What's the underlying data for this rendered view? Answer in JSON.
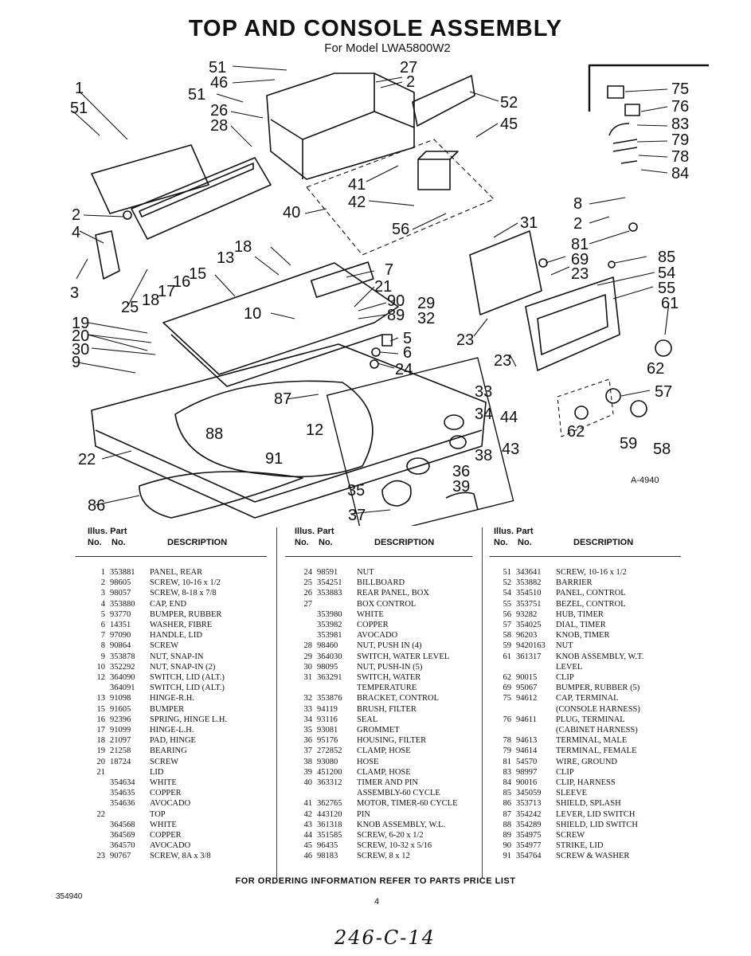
{
  "header": {
    "title": "TOP AND CONSOLE ASSEMBLY",
    "subtitle": "For Model LWA5800W2"
  },
  "diagram": {
    "figure_code": "A-4940",
    "callouts": [
      "51",
      "27",
      "46",
      "2",
      "51",
      "26",
      "28",
      "52",
      "45",
      "1",
      "51",
      "75",
      "76",
      "83",
      "79",
      "78",
      "84",
      "41",
      "42",
      "40",
      "56",
      "8",
      "2",
      "2",
      "4",
      "31",
      "81",
      "18",
      "13",
      "85",
      "7",
      "69",
      "54",
      "3",
      "15",
      "16",
      "17",
      "18",
      "25",
      "21",
      "90",
      "23",
      "55",
      "61",
      "10",
      "29",
      "89",
      "32",
      "19",
      "5",
      "20",
      "30",
      "6",
      "23",
      "24",
      "9",
      "23",
      "62",
      "57",
      "87",
      "33",
      "34",
      "44",
      "88",
      "12",
      "43",
      "62",
      "59",
      "58",
      "91",
      "36",
      "38",
      "22",
      "35",
      "39",
      "86",
      "37"
    ]
  },
  "table": {
    "header_illus": "Illus. Part",
    "header_no1": "No.",
    "header_no2": "No.",
    "header_desc": "DESCRIPTION",
    "columns": [
      [
        [
          "1",
          "353881",
          "PANEL, REAR"
        ],
        [
          "2",
          "98605",
          "SCREW, 10-16 x 1/2"
        ],
        [
          "3",
          "98057",
          "SCREW, 8-18 x 7/8"
        ],
        [
          "4",
          "353880",
          "CAP, END"
        ],
        [
          "5",
          "93770",
          "BUMPER, RUBBER"
        ],
        [
          "6",
          "14351",
          "WASHER, FIBRE"
        ],
        [
          "7",
          "97090",
          "HANDLE, LID"
        ],
        [
          "8",
          "90864",
          "SCREW"
        ],
        [
          "9",
          "353878",
          "NUT, SNAP-IN"
        ],
        [
          "10",
          "352292",
          "NUT, SNAP-IN (2)"
        ],
        [
          "12",
          "364090",
          "SWITCH, LID (ALT.)"
        ],
        [
          "",
          "364091",
          "SWITCH, LID (ALT.)"
        ],
        [
          "13",
          "91098",
          "HINGE-R.H."
        ],
        [
          "15",
          "91605",
          "BUMPER"
        ],
        [
          "16",
          "92396",
          "SPRING, HINGE L.H."
        ],
        [
          "17",
          "91099",
          "HINGE-L.H."
        ],
        [
          "18",
          "21097",
          "PAD, HINGE"
        ],
        [
          "19",
          "21258",
          "BEARING"
        ],
        [
          "20",
          "18724",
          "SCREW"
        ],
        [
          "21",
          "",
          "LID"
        ],
        [
          "",
          "354634",
          "WHITE"
        ],
        [
          "",
          "354635",
          "COPPER"
        ],
        [
          "",
          "354636",
          "AVOCADO"
        ],
        [
          "22",
          "",
          "TOP"
        ],
        [
          "",
          "364568",
          "WHITE"
        ],
        [
          "",
          "364569",
          "COPPER"
        ],
        [
          "",
          "364570",
          "AVOCADO"
        ],
        [
          "23",
          "90767",
          "SCREW, 8A x 3/8"
        ]
      ],
      [
        [
          "24",
          "98591",
          "NUT"
        ],
        [
          "25",
          "354251",
          "BILLBOARD"
        ],
        [
          "26",
          "353883",
          "REAR PANEL, BOX"
        ],
        [
          "27",
          "",
          "BOX CONTROL"
        ],
        [
          "",
          "353980",
          "WHITE"
        ],
        [
          "",
          "353982",
          "COPPER"
        ],
        [
          "",
          "353981",
          "AVOCADO"
        ],
        [
          "28",
          "98460",
          "NUT, PUSH IN (4)"
        ],
        [
          "29",
          "364030",
          "SWITCH, WATER LEVEL"
        ],
        [
          "30",
          "98095",
          "NUT, PUSH-IN (5)"
        ],
        [
          "31",
          "363291",
          "SWITCH, WATER"
        ],
        [
          "",
          "",
          "TEMPERATURE"
        ],
        [
          "32",
          "353876",
          "BRACKET, CONTROL"
        ],
        [
          "33",
          "94119",
          "BRUSH, FILTER"
        ],
        [
          "34",
          "93116",
          "SEAL"
        ],
        [
          "35",
          "93081",
          "GROMMET"
        ],
        [
          "36",
          "95176",
          "HOUSING, FILTER"
        ],
        [
          "37",
          "272852",
          "CLAMP, HOSE"
        ],
        [
          "38",
          "93080",
          "HOSE"
        ],
        [
          "39",
          "451200",
          "CLAMP, HOSE"
        ],
        [
          "40",
          "363312",
          "TIMER AND PIN"
        ],
        [
          "",
          "",
          "ASSEMBLY-60 CYCLE"
        ],
        [
          "41",
          "362765",
          "MOTOR, TIMER-60 CYCLE"
        ],
        [
          "42",
          "443120",
          "PIN"
        ],
        [
          "43",
          "361318",
          "KNOB ASSEMBLY, W.L."
        ],
        [
          "44",
          "351585",
          "SCREW, 6-20 x 1/2"
        ],
        [
          "45",
          "96435",
          "SCREW, 10-32 x 5/16"
        ],
        [
          "46",
          "98183",
          "SCREW, 8 x 12"
        ]
      ],
      [
        [
          "51",
          "343641",
          "SCREW, 10-16 x 1/2"
        ],
        [
          "52",
          "353882",
          "BARRIER"
        ],
        [
          "54",
          "354510",
          "PANEL, CONTROL"
        ],
        [
          "55",
          "353751",
          "BEZEL, CONTROL"
        ],
        [
          "56",
          "93282",
          "HUB, TIMER"
        ],
        [
          "57",
          "354025",
          "DIAL, TIMER"
        ],
        [
          "58",
          "96203",
          "KNOB, TIMER"
        ],
        [
          "59",
          "9420163",
          "NUT"
        ],
        [
          "61",
          "361317",
          "KNOB ASSEMBLY, W.T."
        ],
        [
          "",
          "",
          "LEVEL"
        ],
        [
          "62",
          "90015",
          "CLIP"
        ],
        [
          "69",
          "95067",
          "BUMPER, RUBBER (5)"
        ],
        [
          "75",
          "94612",
          "CAP, TERMINAL"
        ],
        [
          "",
          "",
          "(CONSOLE HARNESS)"
        ],
        [
          "76",
          "94611",
          "PLUG, TERMINAL"
        ],
        [
          "",
          "",
          "(CABINET HARNESS)"
        ],
        [
          "78",
          "94613",
          "TERMINAL, MALE"
        ],
        [
          "79",
          "94614",
          "TERMINAL, FEMALE"
        ],
        [
          "81",
          "54570",
          "WIRE, GROUND"
        ],
        [
          "83",
          "98997",
          "CLIP"
        ],
        [
          "84",
          "90016",
          "CLIP, HARNESS"
        ],
        [
          "85",
          "345059",
          "SLEEVE"
        ],
        [
          "86",
          "353713",
          "SHIELD, SPLASH"
        ],
        [
          "87",
          "354242",
          "LEVER, LID SWITCH"
        ],
        [
          "88",
          "354289",
          "SHIELD, LID SWITCH"
        ],
        [
          "89",
          "354975",
          "SCREW"
        ],
        [
          "90",
          "354977",
          "STRIKE, LID"
        ],
        [
          "91",
          "354764",
          "SCREW & WASHER"
        ]
      ]
    ]
  },
  "footer": {
    "ordering": "FOR ORDERING INFORMATION REFER TO PARTS PRICE LIST",
    "doc_number": "354940",
    "page_number": "4",
    "handwritten": "246-C-14"
  }
}
